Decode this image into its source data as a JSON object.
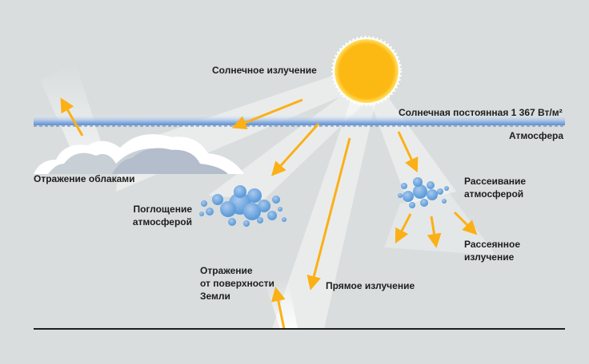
{
  "labels": {
    "solar_radiation": "Солнечное излучение",
    "solar_constant": "Солнечная постоянная 1 367 Вт/м²",
    "atmosphere": "Атмосфера",
    "cloud_reflection": "Отражение облаками",
    "absorption_line1": "Поглощение",
    "absorption_line2": "атмосферой",
    "scattering_line1": "Рассеивание",
    "scattering_line2": "атмосферой",
    "scattered_line1": "Рассеянное",
    "scattered_line2": "излучение",
    "ground_reflection_line1": "Отражение",
    "ground_reflection_line2": "от поверхности",
    "ground_reflection_line3": "Земли",
    "direct_radiation": "Прямое излучение"
  },
  "colors": {
    "background": "#d9dddd",
    "sun": "#fdb913",
    "arrow": "#fbb016",
    "atmosphere_band": "#7fa6dc",
    "particles": "#5b9bd8",
    "ground": "#1e1e1e"
  }
}
